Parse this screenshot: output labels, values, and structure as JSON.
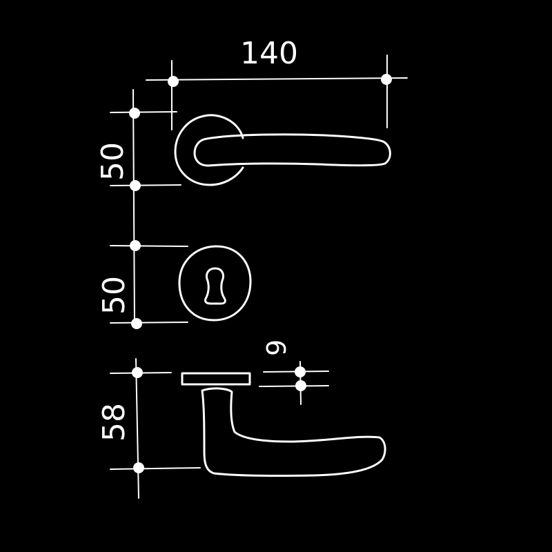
{
  "dimensions": {
    "width_label": "140",
    "rose_height_label": "50",
    "escutcheon_height_label": "50",
    "lever_height_label": "58",
    "rosette_thickness_label": "9"
  },
  "colors": {
    "background": "#000000",
    "ink": "#ffffff"
  }
}
